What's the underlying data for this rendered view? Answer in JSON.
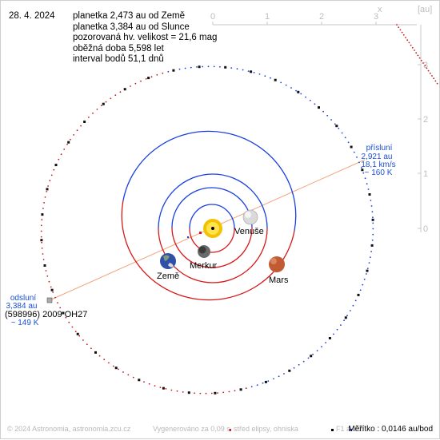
{
  "header": {
    "date": "28. 4. 2024",
    "lines": [
      "planetka 2,473 au od Země",
      "planetka 3,384 au od Slunce",
      "pozorovaná hv. velikost = 21,6 mag",
      "oběžná doba 5,598 let",
      "interval bodů 51,1 dnů"
    ]
  },
  "axes": {
    "x_ticks": [
      "0",
      "1",
      "2",
      "3"
    ],
    "y_ticks": [
      "3",
      "2",
      "1",
      "0"
    ],
    "x_label": "x",
    "unit_label": "[au]"
  },
  "planets": [
    "Venuše",
    "Merkur",
    "Země",
    "Mars"
  ],
  "asteroid_label": "(598996) 2009 OH27",
  "perihelion": {
    "title": "přísluní",
    "distance": "2,921 au",
    "speed": "18,1 km/s",
    "temperature": "~ 160 K"
  },
  "aphelion": {
    "title": "odsluní",
    "distance": "3,384 au",
    "speed": "~ 149 K"
  },
  "footer": {
    "copyright": "© 2024 Astronomia, astronomia.zcu.cz",
    "generated": "Vygenerováno za 0,09 s",
    "legend_center": "střed elipsy, ohniska",
    "legend_f1": "F1 a",
    "legend_f2": "F2",
    "scale_label": "Měřítko : 0,0146 au/bod"
  },
  "colors": {
    "orbit_blue": "#1a3fe0",
    "orbit_red": "#d81818",
    "asteroid_blue": "#1a3fe0",
    "asteroid_red": "#c81818",
    "apsides_line": "#f2a57c",
    "axis": "#c8c8c8"
  }
}
